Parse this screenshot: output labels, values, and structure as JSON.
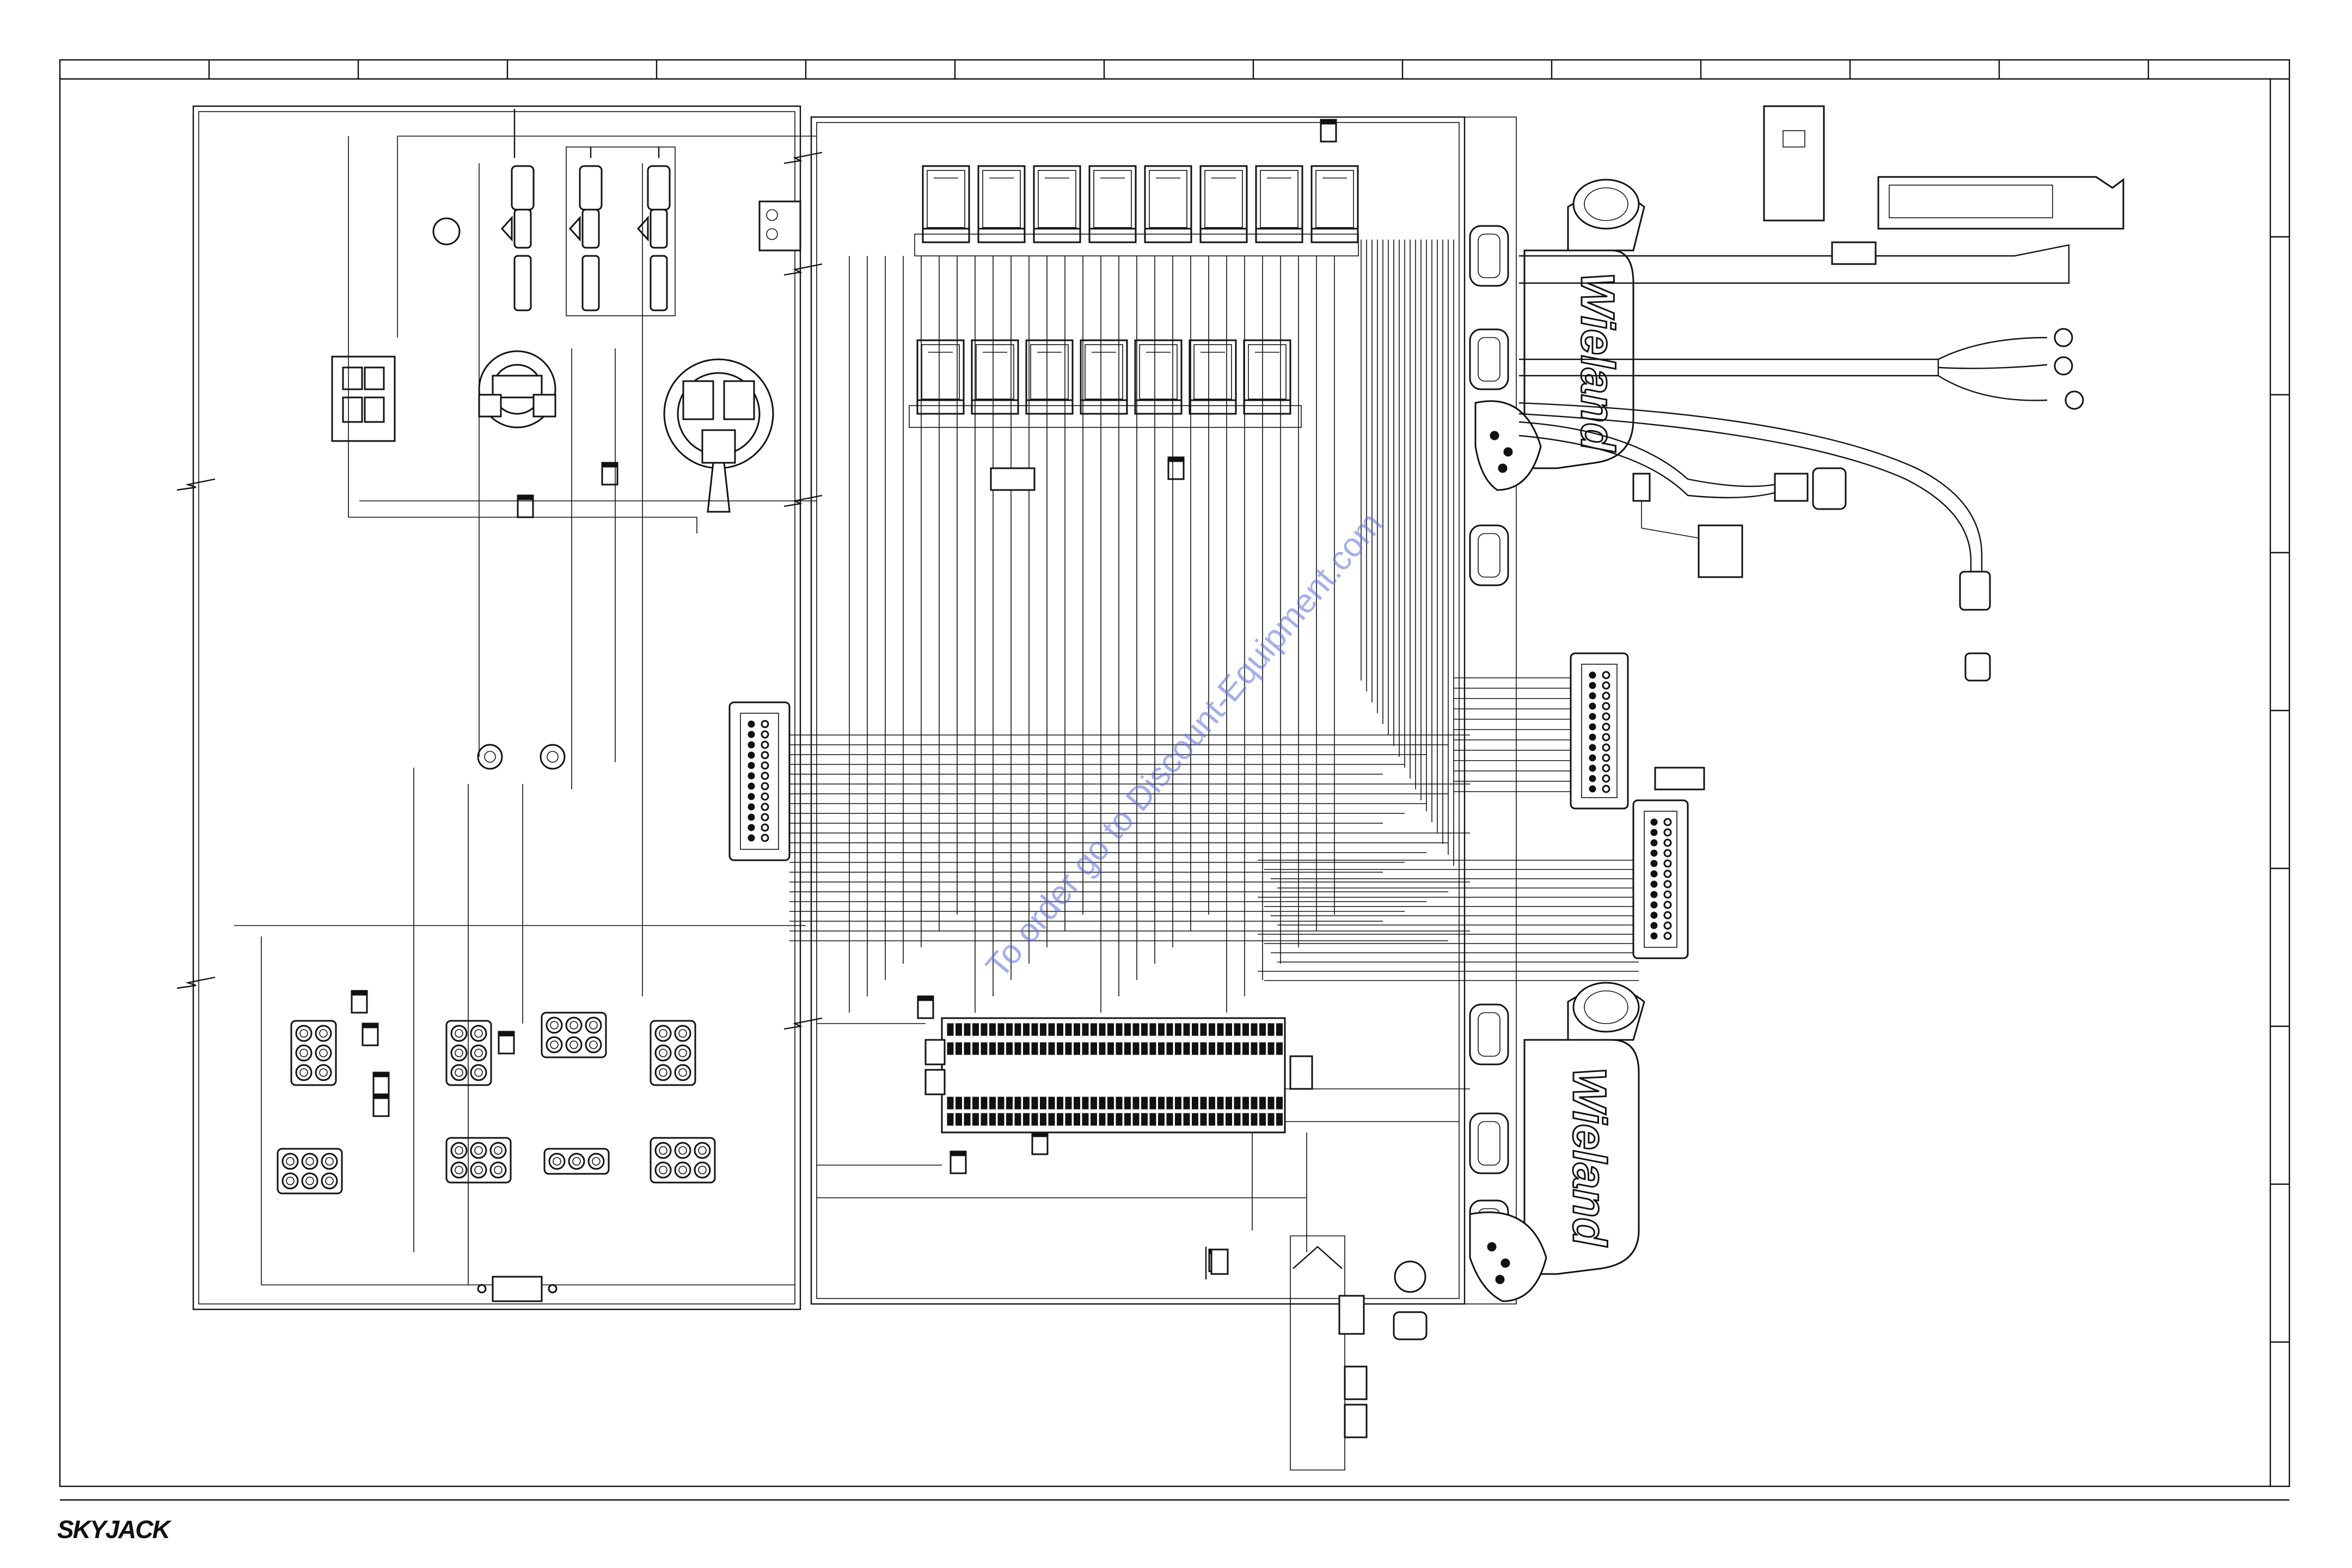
{
  "drawing": {
    "brand_logo": "SKYJACK",
    "connector_brand": "Wieland",
    "watermark": "To order go to Discount-Equipment.com"
  },
  "colors": {
    "line": "#111111",
    "paper": "#ffffff",
    "watermark": "#5a6fd6"
  },
  "icons": {
    "terminal_strip": "terminal-block-strip-icon",
    "relay": "relay-icon",
    "fuse": "inline-fuse-icon",
    "diode": "diode-icon",
    "connector": "multi-pin-connector-icon",
    "gland": "cable-gland-icon",
    "ring_terminal": "ring-terminal-icon"
  }
}
